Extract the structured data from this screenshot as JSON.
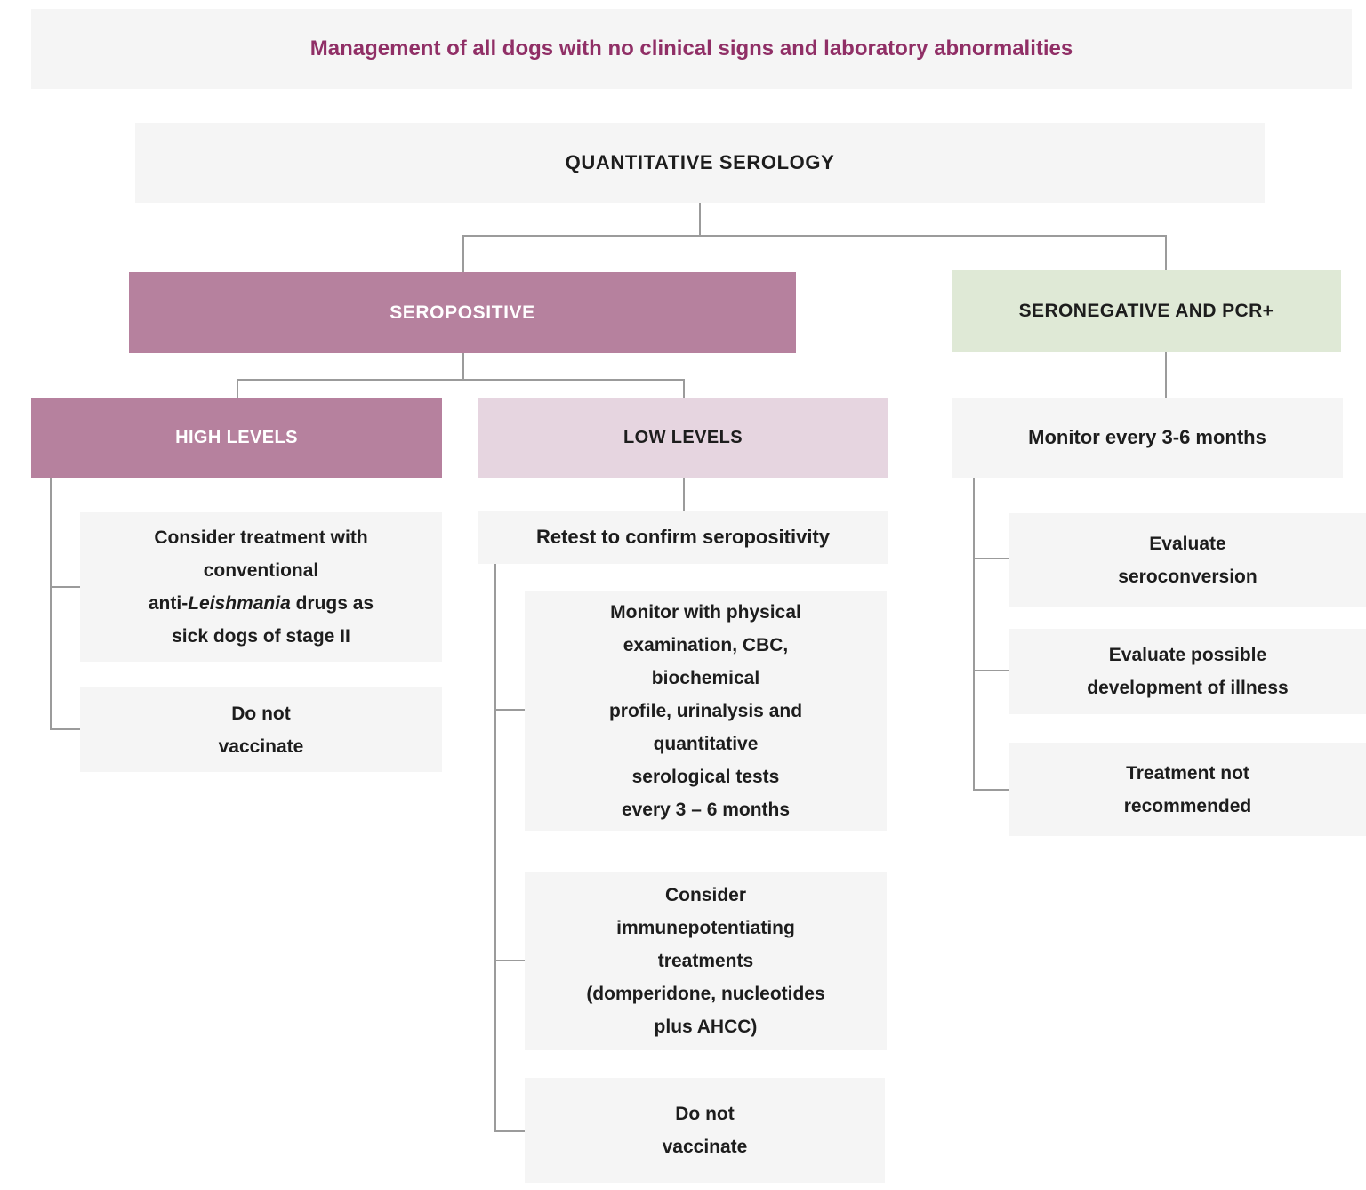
{
  "title": "Management of all dogs with no clinical signs and laboratory abnormalities",
  "colors": {
    "title_text": "#902f66",
    "mauve_node": "#b6819e",
    "pink_node": "#e6d5e0",
    "green_node": "#dfe9d6",
    "gray_node": "#f5f5f5",
    "connector_line": "#9b9b9b",
    "dark_text": "#1d1d1d",
    "white_text": "#ffffff"
  },
  "nodes": {
    "quantitative_serology": "QUANTITATIVE SEROLOGY",
    "seropositive": "SEROPOSITIVE",
    "seronegative_pcr": "SERONEGATIVE AND PCR+",
    "high_levels": "HIGH LEVELS",
    "low_levels": "LOW LEVELS",
    "monitor_3_6_months": "Monitor every 3-6 months",
    "consider_treatment_pre": "Consider treatment with\nconventional\nanti-",
    "consider_treatment_italic": "Leishmania",
    "consider_treatment_post": " drugs as\nsick dogs of stage II",
    "do_not_vaccinate_high": "Do not\nvaccinate",
    "retest_confirm": "Retest to confirm seropositivity",
    "monitor_physical": "Monitor with physical\nexamination, CBC,\nbiochemical\nprofile, urinalysis and\nquantitative\nserological tests\nevery 3 – 6 months",
    "consider_immunepotentiating": "Consider\nimmunepotentiating\ntreatments\n(domperidone, nucleotides\nplus AHCC)",
    "do_not_vaccinate_low": "Do not\nvaccinate",
    "evaluate_seroconversion": "Evaluate\nseroconversion",
    "evaluate_illness": "Evaluate possible\ndevelopment of illness",
    "treatment_not_recommended": "Treatment not\nrecommended"
  }
}
